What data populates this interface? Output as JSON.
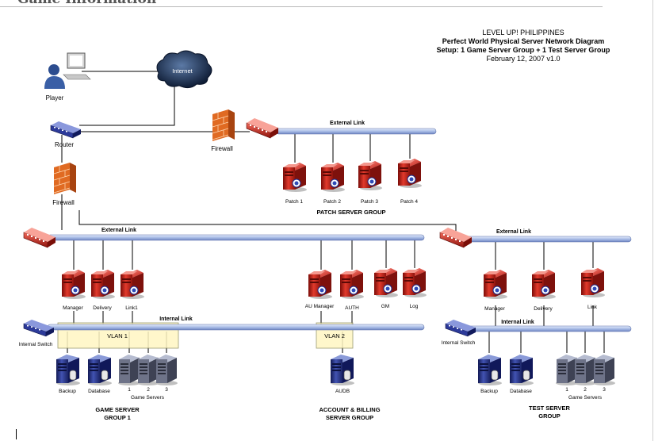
{
  "header_cut": "Game Information",
  "title": {
    "line1": "LEVEL UP! PHILIPPINES",
    "line2": "Perfect World Physical Server Network Diagram",
    "line3": "Setup: 1 Game Server Group + 1 Test Server Group",
    "line4": "February 12, 2007 v1.0"
  },
  "labels": {
    "player": "Player",
    "internet": "Internet",
    "router": "Router",
    "firewall_top": "Firewall",
    "firewall_left": "Firewall",
    "ext_link_patch": "External Link",
    "ext_link_main": "External Link",
    "ext_link_test": "External Link",
    "int_link_main": "Internal Link",
    "int_link_test": "Internal Link",
    "int_switch_main": "Internal Switch",
    "int_switch_test": "Internal Switch",
    "vlan1": "VLAN 1",
    "vlan2": "VLAN 2",
    "game_servers_main": "Game Servers",
    "game_servers_test": "Game Servers",
    "patch_group": "PATCH SERVER GROUP",
    "game_group_1": "GAME SERVER",
    "game_group_2": "GROUP 1",
    "acct_group_1": "ACCOUNT & BILLING",
    "acct_group_2": "SERVER GROUP",
    "test_group_1": "TEST SERVER",
    "test_group_2": "GROUP"
  },
  "patch_servers": [
    "Patch 1",
    "Patch 2",
    "Patch 3",
    "Patch 4"
  ],
  "main_servers": [
    "Manager",
    "Delivery",
    "Link1"
  ],
  "account_servers": [
    "AU Manager",
    "AUTH",
    "GM",
    "Log"
  ],
  "test_servers": [
    "Manager",
    "Delivery",
    "Link"
  ],
  "main_internal": [
    "Backup",
    "Database",
    "1",
    "2",
    "3"
  ],
  "account_internal": [
    "AUDB"
  ],
  "test_internal": [
    "Backup",
    "Database",
    "1",
    "2",
    "3"
  ],
  "colors": {
    "server_red": "#d8241c",
    "server_blue": "#2a3a9a",
    "bus_blue": "#b8c8ec",
    "vlan_fill": "#fff5c0",
    "cloud": "#1f3356",
    "firewall": "#e8661c"
  }
}
